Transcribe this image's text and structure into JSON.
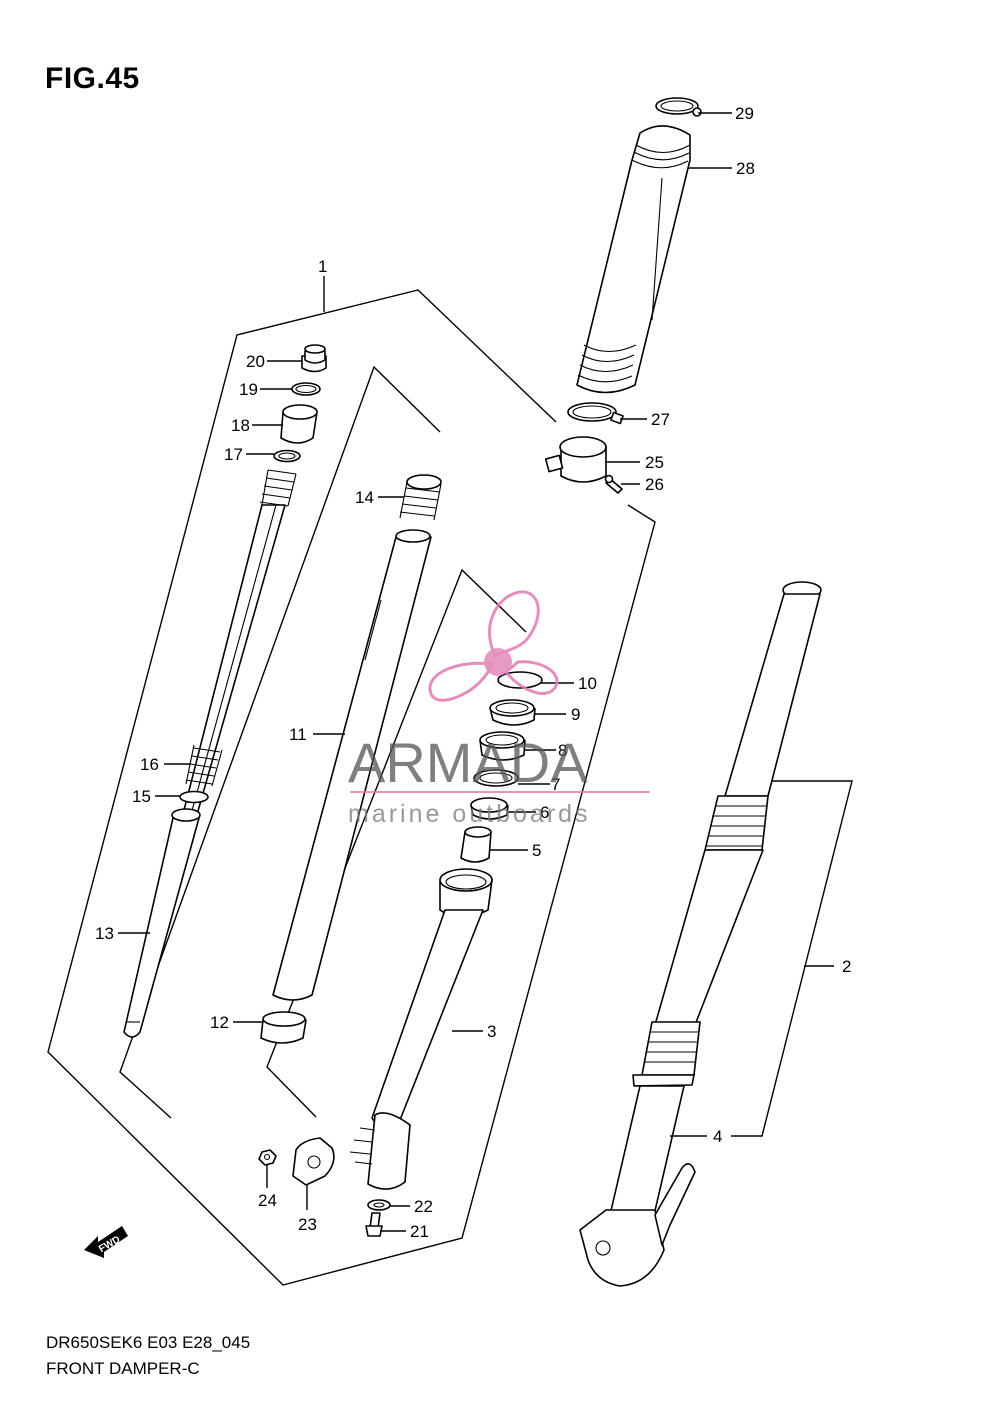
{
  "figure": {
    "title": "FIG.45"
  },
  "footer": {
    "model_code": "DR650SEK6 E03 E28_045",
    "caption": "FRONT DAMPER-C"
  },
  "badge": {
    "fwd_text": "FWD"
  },
  "watermark": {
    "brand": "ARMADA",
    "tagline": "marine outboards",
    "color": "#e07bb0"
  },
  "callouts": {
    "c1": "1",
    "c2": "2",
    "c3": "3",
    "c4": "4",
    "c5": "5",
    "c6": "6",
    "c7": "7",
    "c8": "8",
    "c9": "9",
    "c10": "10",
    "c11": "11",
    "c12": "12",
    "c13": "13",
    "c14": "14",
    "c15": "15",
    "c16": "16",
    "c17": "17",
    "c18": "18",
    "c19": "19",
    "c20": "20",
    "c21": "21",
    "c22": "22",
    "c23": "23",
    "c24": "24",
    "c25": "25",
    "c26": "26",
    "c27": "27",
    "c28": "28",
    "c29": "29"
  }
}
